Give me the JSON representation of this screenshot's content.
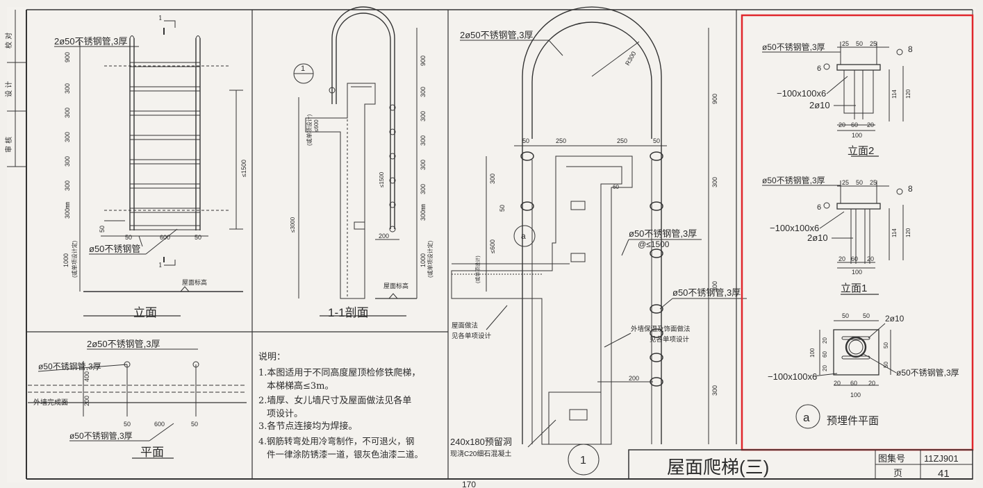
{
  "left_stamp": {
    "col1": "校 对",
    "col2": "设 计",
    "col3": "审 核"
  },
  "elevation": {
    "title": "立面",
    "section_mark": "1",
    "tube_label": "2ø50不锈钢管,3厚",
    "rung_label": "ø50不锈钢管",
    "dims_vertical": [
      "900",
      "300",
      "300",
      "300",
      "300",
      "300",
      "300㎜"
    ],
    "dim_total": "≤1500",
    "dims_bottom": [
      "50",
      "600",
      "50"
    ],
    "dim_lower": "1000",
    "dim_lower_note": "(或单项设计定)",
    "dim_50": "50",
    "roof_level": "屋面标高"
  },
  "section11": {
    "title": "1-1剖面",
    "callout": "1",
    "dims": [
      "900",
      "300",
      "300",
      "300",
      "300",
      "300",
      "300㎜"
    ],
    "dim_600": "≤600",
    "dim_1500": "≤1500",
    "dim_3000": "≤3000",
    "dim_200": "200",
    "dim_1000": "1000",
    "dim_note": "(或单项设计定)",
    "wall_note": "(或单项设计)",
    "roof_level": "屋面标高"
  },
  "plan": {
    "title": "平面",
    "tube_top": "2ø50不锈钢管,3厚",
    "tube_left": "ø50不锈钢管,3厚",
    "tube_bottom": "ø50不锈钢管,3厚",
    "wall_finish": "外墙完成面",
    "dims_vertical": [
      "400",
      "200"
    ],
    "dims_bottom": [
      "50",
      "600",
      "50"
    ]
  },
  "notes": {
    "heading": "说明：",
    "items": [
      "1.本图适用于不同高度屋顶检修铁爬梯，",
      "本梯梯高≤3m。",
      "2.墙厚、女儿墙尺寸及屋面做法见各单",
      "项设计。",
      "3.各节点连接均为焊接。",
      "4.钢筋转弯处用冷弯制作，不可退火，钢",
      "件一律涂防锈漆一道，银灰色油漆二道。"
    ]
  },
  "detail1": {
    "callout": "1",
    "tube_top": "2ø50不锈钢管,3厚",
    "radius": "R300",
    "dims_top": [
      "50",
      "250",
      "250",
      "50"
    ],
    "dims_right": [
      "900",
      "300",
      "300",
      "300"
    ],
    "dims_left": [
      "300",
      "50",
      "≤600"
    ],
    "callout_a": "a",
    "rung_label_1": "ø50不锈钢管,3厚",
    "rung_label_2": "@≤1500",
    "rung_label_3": "ø50不锈钢管,3厚",
    "wall_note_1": "外墙保温及饰面做法",
    "wall_note_2": "见各单项设计",
    "roof_note_1": "屋面做法",
    "roof_note_2": "见各单项设计",
    "dim_200": "200",
    "hole_1": "240x180预留洞",
    "hole_2": "现浇C20细石混凝土",
    "dim_60": "60",
    "parapet_note": "(或单项设计)"
  },
  "elev2": {
    "title": "立面2",
    "tube": "ø50不锈钢管,3厚",
    "dims_top": [
      "25",
      "50",
      "25"
    ],
    "weld_6": "6",
    "weld_8": "8",
    "plate": "−100x100x6",
    "bar": "2ø10",
    "dims_right": [
      "114",
      "120"
    ],
    "dims_bottom": [
      "20",
      "60",
      "20"
    ],
    "dim_total": "100"
  },
  "elev1": {
    "title": "立面1",
    "tube": "ø50不锈钢管,3厚",
    "dims_top": [
      "25",
      "50",
      "25"
    ],
    "weld_6": "6",
    "weld_8": "8",
    "plate": "−100x100x6",
    "bar": "2ø10",
    "dims_right": [
      "114",
      "120"
    ],
    "dims_bottom": [
      "20",
      "60",
      "20"
    ],
    "dim_total": "100"
  },
  "embed_plan": {
    "title": "预埋件平面",
    "callout": "a",
    "dims_top": [
      "50",
      "50"
    ],
    "bar": "2ø10",
    "plate": "−100x100x6",
    "tube": "ø50不锈钢管,3厚",
    "dims_left": [
      "20",
      "60",
      "20"
    ],
    "dim_left_total": "100",
    "dims_right": [
      "50",
      "50"
    ],
    "dims_bottom": [
      "20",
      "60",
      "20"
    ],
    "dim_total": "100"
  },
  "title_block": {
    "title": "屋面爬梯(三)",
    "atlas_label": "图集号",
    "atlas_value": "11ZJ901",
    "page_label": "页",
    "page_value": "41"
  },
  "page_number": "170",
  "highlight_color": "#e0262b"
}
